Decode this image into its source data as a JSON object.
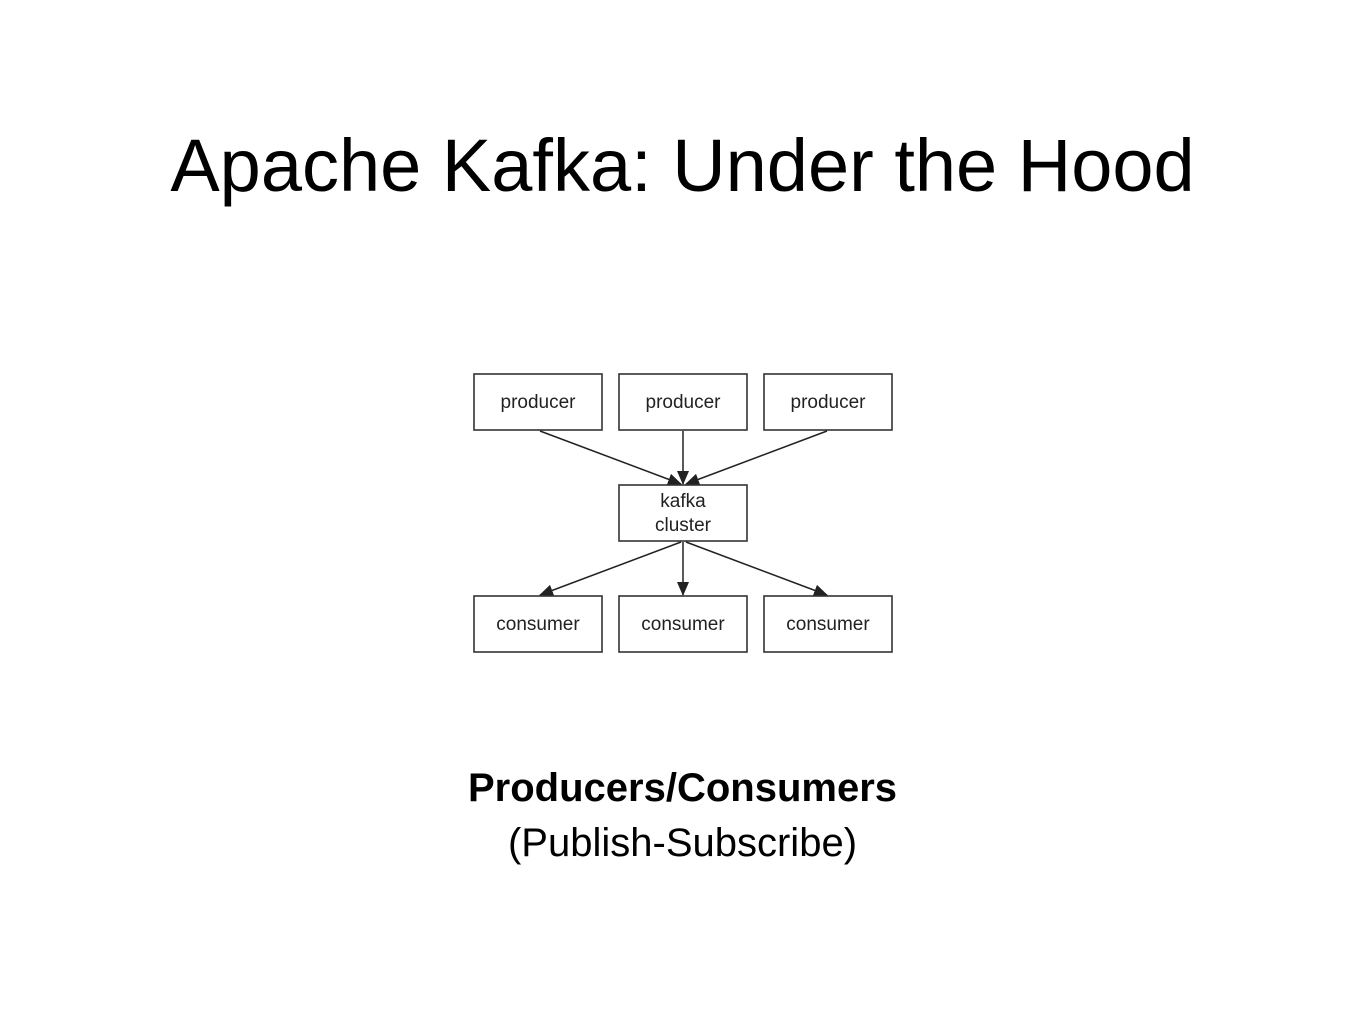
{
  "slide": {
    "title": "Apache Kafka: Under the Hood",
    "caption_title": "Producers/Consumers",
    "caption_subtitle": "(Publish-Subscribe)"
  },
  "diagram": {
    "producers": [
      "producer",
      "producer",
      "producer"
    ],
    "cluster": [
      "kafka",
      "cluster"
    ],
    "consumers": [
      "consumer",
      "consumer",
      "consumer"
    ]
  }
}
